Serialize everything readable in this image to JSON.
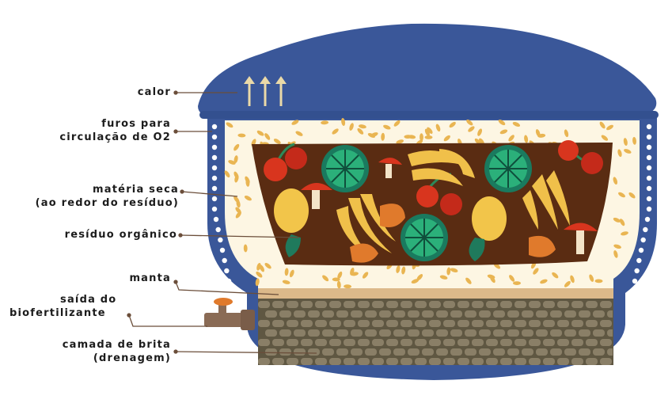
{
  "labels": {
    "calor": "calor",
    "furos_line1": "furos para",
    "furos_line2": "circulação de O2",
    "materia_line1": "matéria seca",
    "materia_line2": "(ao redor do resíduo)",
    "residuo": "resíduo orgânico",
    "manta": "manta",
    "saida_line1": "saída do",
    "saida_line2": "biofertilizante",
    "camada_line1": "camada de brita",
    "camada_line2": "(drenagem)"
  },
  "colors": {
    "bin": "#3a5799",
    "holes": "#ffffff",
    "dry_matter": "#e9b552",
    "compost": "#5a2c12",
    "blanket": "#dcb98a",
    "gravel": "#8a7f67",
    "tap": "#e07a2c",
    "heat_arrows": "#ead9a8"
  }
}
